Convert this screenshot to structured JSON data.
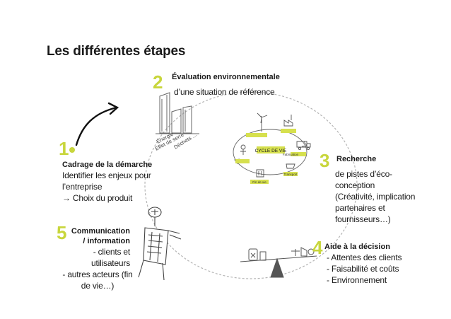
{
  "title": "Les différentes étapes",
  "colors": {
    "accent": "#c8d63c",
    "ink": "#1a1a1a",
    "sketch": "#555555"
  },
  "steps": {
    "s1": {
      "number": "1",
      "heading": "Cadrage de la démarche",
      "lines": [
        "Identifier les enjeux pour",
        "l’entreprise",
        "→ Choix du produit"
      ]
    },
    "s2": {
      "number": "2",
      "heading": "Évaluation environnementale",
      "lines": [
        "d’une situation de référence"
      ]
    },
    "s3": {
      "number": "3",
      "heading": "Recherche",
      "lines": [
        "de pistes d’éco-",
        "conception",
        "(Créativité, implication",
        "partenaires et",
        "fournisseurs…)"
      ]
    },
    "s4": {
      "number": "4",
      "heading": "Aide à la décision",
      "lines": [
        "- Attentes des clients",
        "- Faisabilité et coûts",
        "- Environnement"
      ]
    },
    "s5": {
      "number": "5",
      "heading_lines": [
        "Communication",
        "/ information"
      ],
      "lines": [
        "- clients et",
        "utilisateurs",
        "- autres acteurs (fin",
        "de vie…)"
      ]
    }
  },
  "sketch_labels": {
    "energie": "Énergie",
    "effet_de_serre": "Effet de serre",
    "dechets": "Déchets …",
    "cycle": "CYCLE DE VIE",
    "fin_de_vie": "Fin de vie",
    "fabrication": "Fabrication",
    "transport": "Transport"
  }
}
